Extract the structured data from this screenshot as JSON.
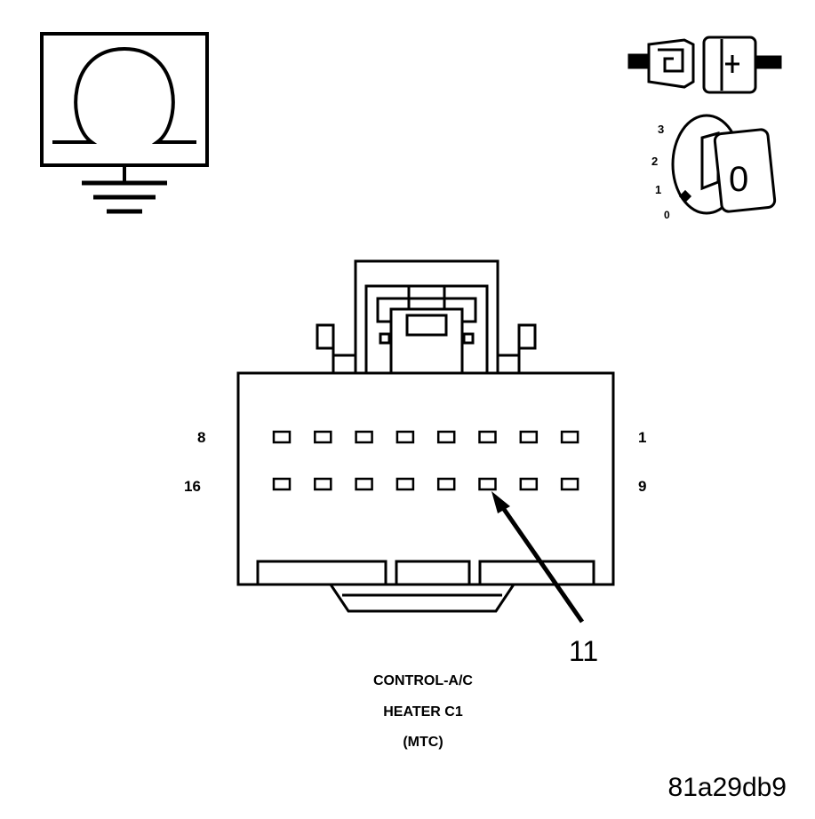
{
  "symbols": {
    "ohmmeter": "ohmmeter-ground-icon",
    "disconnect": "connector-disconnect-icon",
    "ignition": "ignition-key-off-icon"
  },
  "ignition": {
    "positions": [
      "3",
      "2",
      "1",
      "0"
    ],
    "key_label": "0"
  },
  "connector": {
    "pin_labels": {
      "top_left": "8",
      "top_right": "1",
      "bottom_left": "16",
      "bottom_right": "9"
    },
    "pins_per_row": 8,
    "rows": 2,
    "callout": "11",
    "name_lines": [
      "CONTROL-A/C",
      "HEATER C1",
      "(MTC)"
    ]
  },
  "figure_id": "81a29db9"
}
